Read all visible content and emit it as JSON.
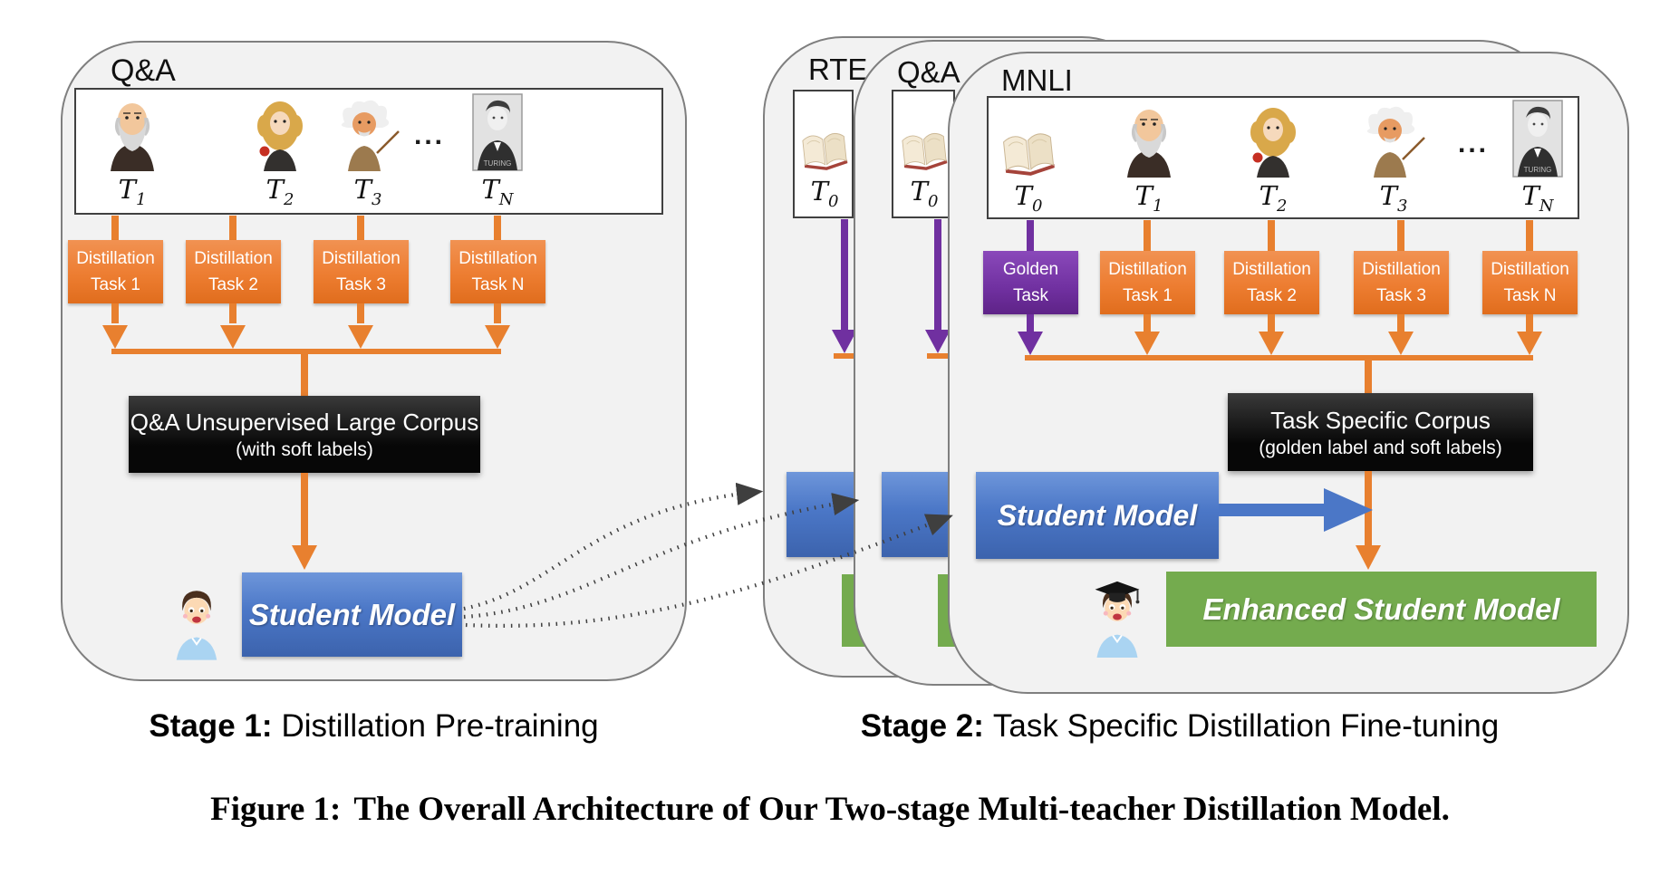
{
  "figure_caption": {
    "label": "Figure 1:",
    "text": "The Overall Architecture of Our Two-stage Multi-teacher Distillation Model."
  },
  "stage_labels": {
    "stage1_bold": "Stage 1:",
    "stage1_text": "Distillation Pre-training",
    "stage2_bold": "Stage 2:",
    "stage2_text": "Task Specific Distillation Fine-tuning"
  },
  "stage1": {
    "panel_label": "Q&A",
    "ellipsis": "...",
    "turing_caption": "TURING",
    "teachers": [
      {
        "symbol": "T",
        "sub": "1"
      },
      {
        "symbol": "T",
        "sub": "2"
      },
      {
        "symbol": "T",
        "sub": "3"
      },
      {
        "symbol": "T",
        "sub": "N"
      }
    ],
    "task_boxes": [
      {
        "line1": "Distillation",
        "line2": "Task 1"
      },
      {
        "line1": "Distillation",
        "line2": "Task 2"
      },
      {
        "line1": "Distillation",
        "line2": "Task 3"
      },
      {
        "line1": "Distillation",
        "line2": "Task N"
      }
    ],
    "corpus_box": {
      "line1": "Q&A Unsupervised Large Corpus",
      "line2": "(with soft labels)"
    },
    "student_model_label": "Student Model"
  },
  "stage2": {
    "rte_panel": {
      "label": "RTE",
      "t0": {
        "symbol": "T",
        "sub": "0"
      }
    },
    "qa_panel": {
      "label": "Q&A",
      "t0": {
        "symbol": "T",
        "sub": "0"
      }
    },
    "mnli_panel": {
      "label": "MNLI",
      "t0": {
        "symbol": "T",
        "sub": "0"
      },
      "ellipsis": "...",
      "turing_caption": "TURING",
      "teachers": [
        {
          "symbol": "T",
          "sub": "1"
        },
        {
          "symbol": "T",
          "sub": "2"
        },
        {
          "symbol": "T",
          "sub": "3"
        },
        {
          "symbol": "T",
          "sub": "N"
        }
      ],
      "golden_task": {
        "line1": "Golden",
        "line2": "Task"
      },
      "task_boxes": [
        {
          "line1": "Distillation",
          "line2": "Task 1"
        },
        {
          "line1": "Distillation",
          "line2": "Task 2"
        },
        {
          "line1": "Distillation",
          "line2": "Task 3"
        },
        {
          "line1": "Distillation",
          "line2": "Task N"
        }
      ],
      "corpus_box": {
        "line1": "Task Specific Corpus",
        "line2": "(golden label and soft labels)"
      },
      "student_model_label": "Student Model",
      "enhanced_student_model_label": "Enhanced Student Model"
    }
  },
  "colors": {
    "orange": "#ED7D31",
    "purple": "#7030A0",
    "blue": "#4472C4",
    "green": "#70AD47",
    "corpus_black": "#0A0A0A",
    "panel_bg": "#F2F2F2",
    "panel_border": "#7F7F7F",
    "dotted_arrow": "#3F3F3F"
  }
}
